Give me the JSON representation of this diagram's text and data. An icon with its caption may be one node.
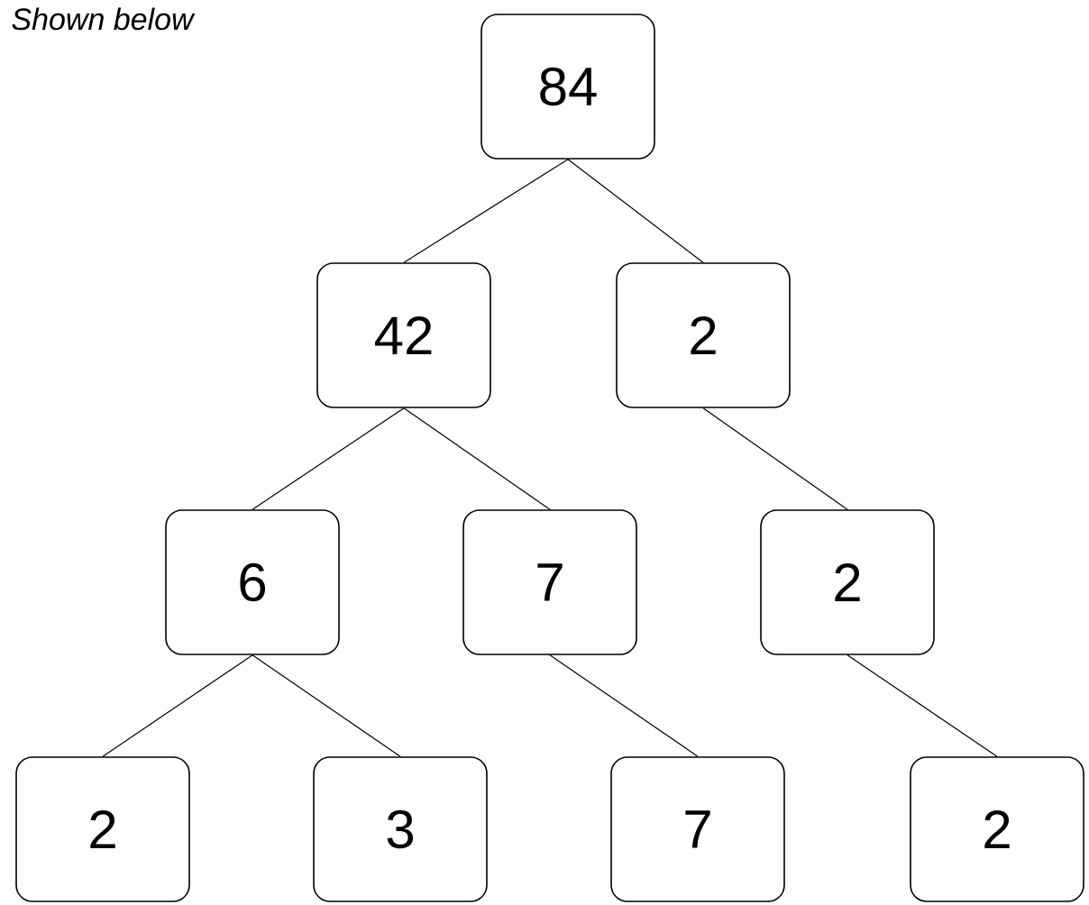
{
  "diagram": {
    "nodes": [
      {
        "text": [
          "84"
        ]
      },
      {
        "text": [
          "42"
        ]
      },
      {
        "text": [
          "2"
        ]
      },
      {
        "text": [
          "6"
        ]
      },
      {
        "text": [
          "7"
        ]
      },
      {
        "text": [
          "2"
        ]
      },
      {
        "text": [
          "2"
        ]
      },
      {
        "text": [
          "3"
        ]
      },
      {
        "text": [
          "7"
        ]
      },
      {
        "text": [
          "2"
        ]
      }
    ],
    "edges": [
      {
        "from": 0,
        "to": 1,
        "arrow": "none"
      },
      {
        "from": 0,
        "to": 2,
        "arrow": "none"
      },
      {
        "from": 1,
        "to": 3,
        "arrow": "none"
      },
      {
        "from": 1,
        "to": 4,
        "arrow": "none"
      },
      {
        "from": 2,
        "to": 5,
        "arrow": "none"
      },
      {
        "from": 3,
        "to": 6,
        "arrow": "none"
      },
      {
        "from": 3,
        "to": 7,
        "arrow": "none"
      },
      {
        "from": 4,
        "to": 8,
        "arrow": "none"
      },
      {
        "from": 5,
        "to": 9,
        "arrow": "none"
      }
    ],
    "labels": [
      "Shown below"
    ]
  }
}
